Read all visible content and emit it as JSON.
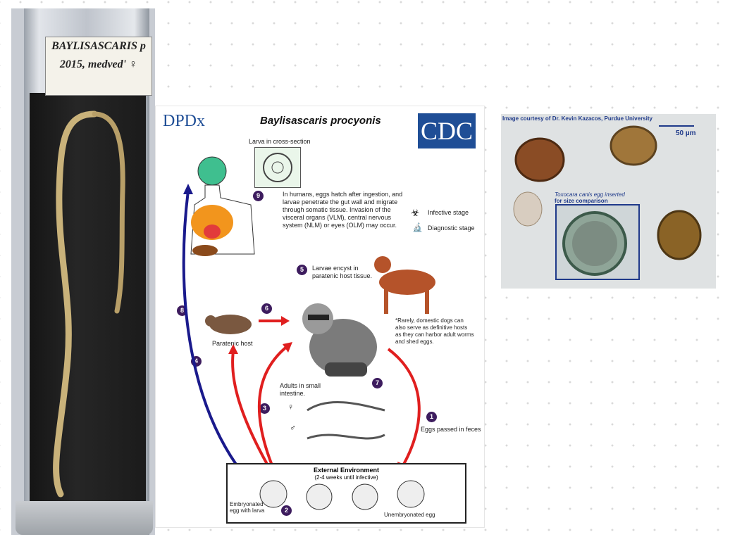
{
  "specimen": {
    "label_line1": "BAYLISASCARIS p",
    "label_line2": "2015, medved' ♀"
  },
  "lifecycle": {
    "logo": "DPDx",
    "cdc_logo": "CDC",
    "title": "Baylisascaris procyonis",
    "larva_cross_section": "Larva in cross-section",
    "step9_text": "In humans, eggs hatch after ingestion, and larvae penetrate the gut wall and migrate through somatic tissue. Invasion of the visceral organs (VLM), central nervous system (NLM) or eyes (OLM) may occur.",
    "legend_infective": "Infective stage",
    "legend_diagnostic": "Diagnostic stage",
    "step5_text": "Larvae encyst in paratenic host tissue.",
    "dog_note": "*Rarely, domestic dogs can also serve as definitive hosts as they can harbor adult worms and shed eggs.",
    "paratenic_host": "Paratenic host",
    "adults_text": "Adults in small intestine.",
    "eggs_passed": "Eggs passed in feces",
    "external_env_title": "External Environment",
    "external_env_sub": "(2-4 weeks until infective)",
    "embryonated_egg": "Embryonated egg with larva",
    "unembryonated_egg": "Unembryonated egg",
    "female_symbol": "♀",
    "male_symbol": "♂",
    "steps": [
      "1",
      "2",
      "3",
      "4",
      "5",
      "6",
      "7",
      "8",
      "9"
    ],
    "colors": {
      "red_arrow": "#e01f1f",
      "blue_arrow": "#1a1a8c",
      "step_badge": "#3d1c5e",
      "cdc_blue": "#1f4e96"
    }
  },
  "microscopy": {
    "credit": "Image courtesy of Dr. Kevin Kazacos, Purdue University",
    "scale": "50 µm",
    "inset_line1": "Toxocara canis egg inserted",
    "inset_line2": "for size comparison"
  }
}
